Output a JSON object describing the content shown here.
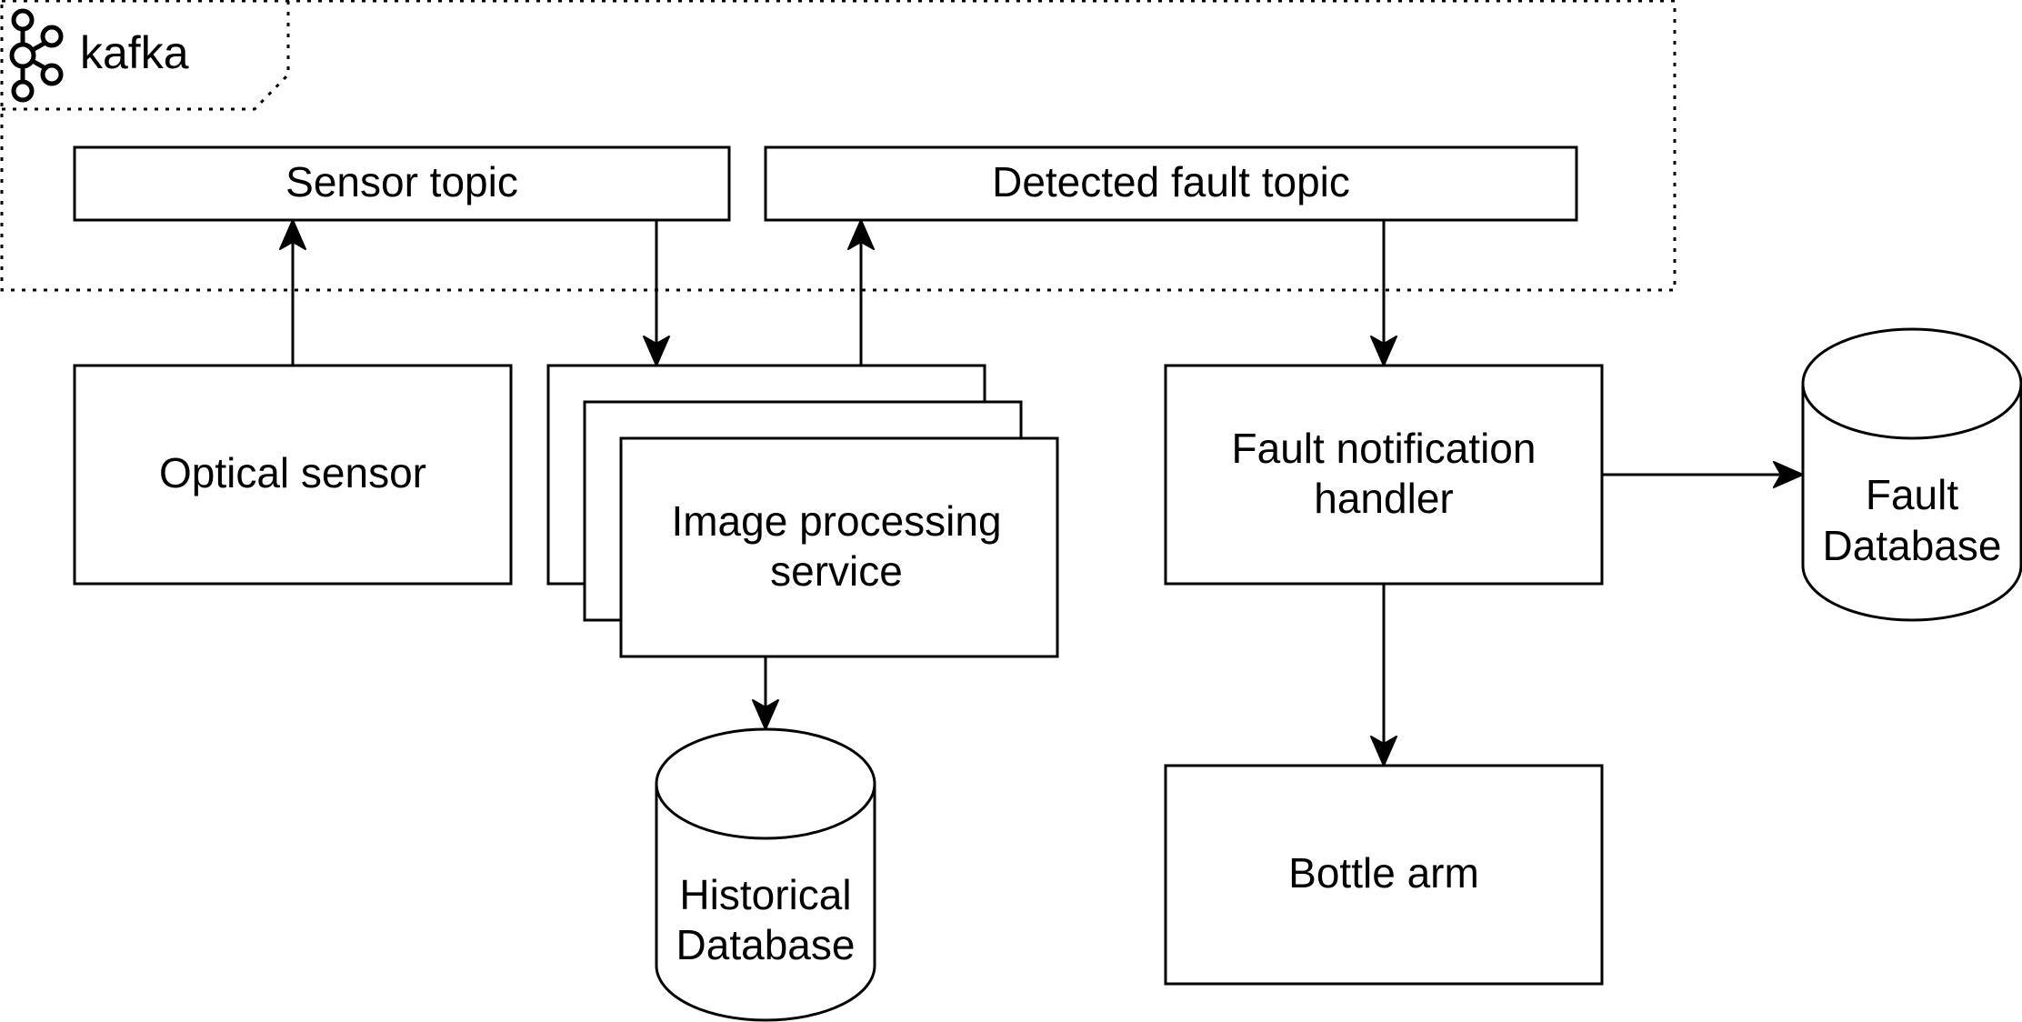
{
  "logo": {
    "text": "kafka",
    "icon": "kafka-icon"
  },
  "colors": {
    "stroke": "#000000",
    "fill": "#ffffff",
    "text": "#000000"
  },
  "nodes": {
    "sensor_topic": {
      "label": "Sensor topic"
    },
    "fault_topic": {
      "label": "Detected fault topic"
    },
    "optical_sensor": {
      "label": "Optical sensor"
    },
    "image_processing": {
      "line1": "Image processing",
      "line2": "service"
    },
    "fault_handler": {
      "line1": "Fault notification",
      "line2": "handler"
    },
    "bottle_arm": {
      "label": "Bottle arm"
    },
    "historical_db": {
      "line1": "Historical",
      "line2": "Database"
    },
    "fault_db": {
      "line1": "Fault",
      "line2": "Database"
    }
  }
}
